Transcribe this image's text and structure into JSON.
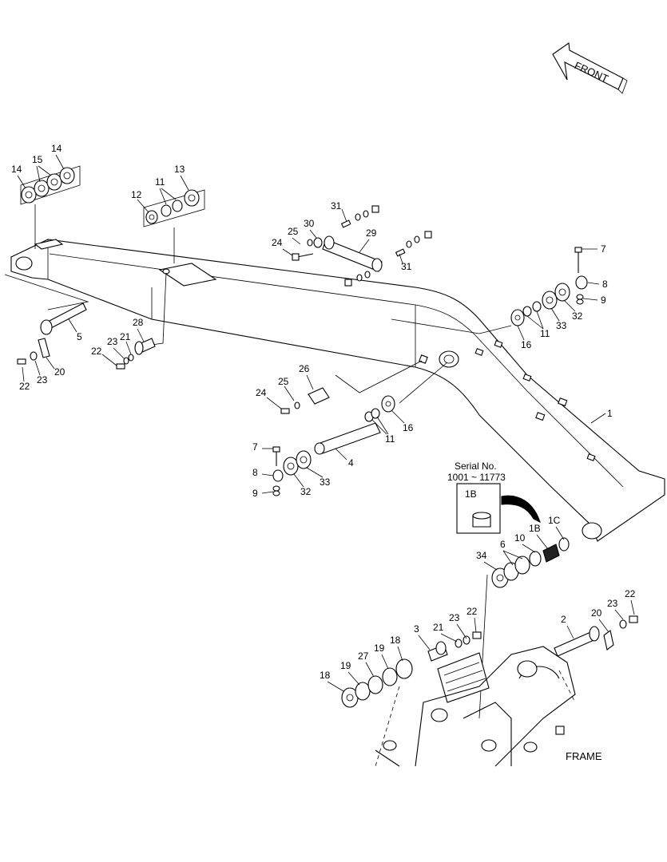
{
  "direction": {
    "label": "FRONT"
  },
  "frame_label": "FRAME",
  "serial_box": {
    "title": "Serial No.",
    "range": "1001 ~ 11773",
    "part": "1B"
  },
  "callouts": [
    {
      "id": "c14a",
      "text": "14"
    },
    {
      "id": "c15",
      "text": "15"
    },
    {
      "id": "c14b",
      "text": "14"
    },
    {
      "id": "c12",
      "text": "12"
    },
    {
      "id": "c11a",
      "text": "11"
    },
    {
      "id": "c13",
      "text": "13"
    },
    {
      "id": "c31a",
      "text": "31"
    },
    {
      "id": "c25a",
      "text": "25"
    },
    {
      "id": "c30",
      "text": "30"
    },
    {
      "id": "c29",
      "text": "29"
    },
    {
      "id": "c24a",
      "text": "24"
    },
    {
      "id": "c31b",
      "text": "31"
    },
    {
      "id": "c7a",
      "text": "7"
    },
    {
      "id": "c8a",
      "text": "8"
    },
    {
      "id": "c9a",
      "text": "9"
    },
    {
      "id": "c32a",
      "text": "32"
    },
    {
      "id": "c33a",
      "text": "33"
    },
    {
      "id": "c11b",
      "text": "11"
    },
    {
      "id": "c16a",
      "text": "16"
    },
    {
      "id": "c5",
      "text": "5"
    },
    {
      "id": "c28",
      "text": "28"
    },
    {
      "id": "c21a",
      "text": "21"
    },
    {
      "id": "c23a",
      "text": "23"
    },
    {
      "id": "c22a",
      "text": "22"
    },
    {
      "id": "c22b",
      "text": "22"
    },
    {
      "id": "c23b",
      "text": "23"
    },
    {
      "id": "c20a",
      "text": "20"
    },
    {
      "id": "c26",
      "text": "26"
    },
    {
      "id": "c25b",
      "text": "25"
    },
    {
      "id": "c24b",
      "text": "24"
    },
    {
      "id": "c1",
      "text": "1"
    },
    {
      "id": "c11c",
      "text": "11"
    },
    {
      "id": "c16b",
      "text": "16"
    },
    {
      "id": "c7b",
      "text": "7"
    },
    {
      "id": "c4",
      "text": "4"
    },
    {
      "id": "c8b",
      "text": "8"
    },
    {
      "id": "c33b",
      "text": "33"
    },
    {
      "id": "c32b",
      "text": "32"
    },
    {
      "id": "c9b",
      "text": "9"
    },
    {
      "id": "c6",
      "text": "6"
    },
    {
      "id": "c10",
      "text": "10"
    },
    {
      "id": "c1Bb",
      "text": "1B"
    },
    {
      "id": "c1C",
      "text": "1C"
    },
    {
      "id": "c34",
      "text": "34"
    },
    {
      "id": "c2",
      "text": "2"
    },
    {
      "id": "c20b",
      "text": "20"
    },
    {
      "id": "c23c",
      "text": "23"
    },
    {
      "id": "c22c",
      "text": "22"
    },
    {
      "id": "c3",
      "text": "3"
    },
    {
      "id": "c21b",
      "text": "21"
    },
    {
      "id": "c23d",
      "text": "23"
    },
    {
      "id": "c22d",
      "text": "22"
    },
    {
      "id": "c18a",
      "text": "18"
    },
    {
      "id": "c19a",
      "text": "19"
    },
    {
      "id": "c27",
      "text": "27"
    },
    {
      "id": "c19b",
      "text": "19"
    },
    {
      "id": "c18b",
      "text": "18"
    }
  ]
}
